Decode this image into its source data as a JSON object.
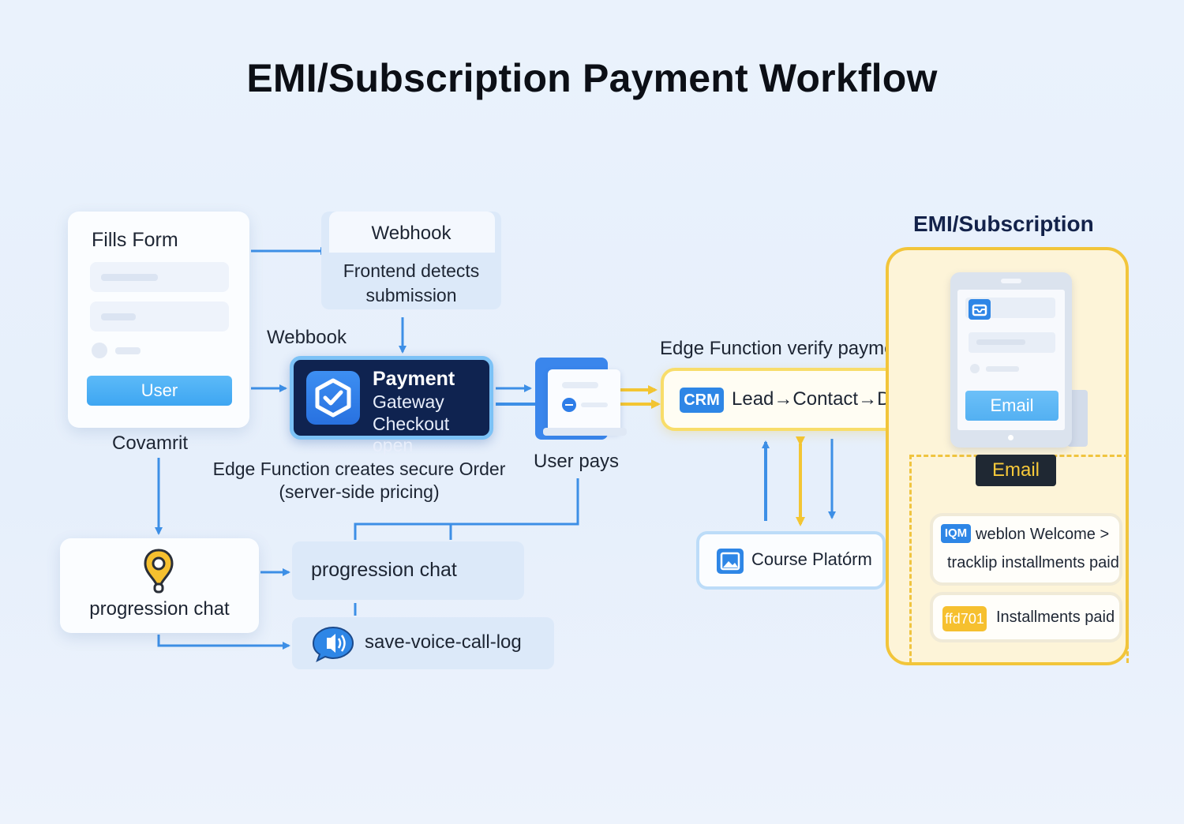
{
  "title": "EMI/Subscription Payment Workflow",
  "form": {
    "title": "Fills Form",
    "button_label": "User",
    "caption": "Covamrit"
  },
  "webhook": {
    "title": "Webhook",
    "subtitle_line1": "Frontend detects",
    "subtitle_line2": "submission",
    "side_label": "Webbook"
  },
  "payment_gateway": {
    "title": "Payment",
    "line1": "Gateway",
    "line2": "Checkout open"
  },
  "edge_order": {
    "line1": "Edge Function creates secure Order",
    "line2": "(server-side pricing)"
  },
  "user_pays_label": "User pays",
  "edge_verify_label": "Edge Function verify payment",
  "crm": {
    "badge": "CRM",
    "text": "Lead→Contact→Deal"
  },
  "course_platform_label": "Course Platórm",
  "progression": {
    "card_label": "progression chat",
    "box_label": "progression chat"
  },
  "voice_log_label": "save-voice-call-log",
  "emi": {
    "title": "EMI/Subscription",
    "tablet_button": "Email",
    "email_badge": "Email",
    "welcome_badge": "IQM",
    "welcome_line1": "weblon Welcome >",
    "welcome_line2": "tracklip installments paid",
    "installments_badge": "ffd701",
    "installments_text": "Installments paid"
  },
  "colors": {
    "blue_arrow": "#3d8fe6",
    "yellow_arrow": "#f3c533",
    "gateway_bg": "#0f2350",
    "emi_frame": "#f2c53a"
  }
}
